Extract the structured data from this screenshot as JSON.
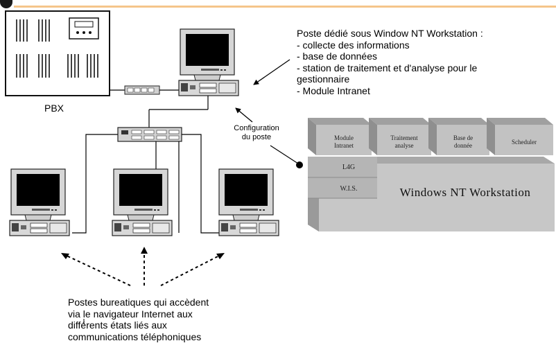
{
  "pbx_label": "PBX",
  "server_description": {
    "heading": "Poste dédié sous Window NT Workstation :",
    "items": [
      "- collecte des informations",
      "- base de données",
      "- station de traitement et d'analyse pour le",
      "gestionnaire",
      "- Module Intranet"
    ]
  },
  "config_label": [
    "Configuration",
    "du poste"
  ],
  "software_stack": {
    "modules": [
      {
        "line1": "Module",
        "line2": "Intranet"
      },
      {
        "line1": "Traitement",
        "line2": "analyse"
      },
      {
        "line1": "Base de",
        "line2": "donnée"
      },
      {
        "line1": "Scheduler",
        "line2": ""
      }
    ],
    "layers": [
      "L4G",
      "W.I.S."
    ],
    "platform": "Windows NT Workstation"
  },
  "clients_description": [
    "Postes bureatiques qui accèdent",
    "via le navigateur Internet aux",
    "différents états liés aux",
    "communications téléphoniques"
  ],
  "colors": {
    "accent_line": "#f5c58a",
    "block": "#c7c7c7",
    "block_dark": "#a8a8a8",
    "screen": "#000000"
  }
}
